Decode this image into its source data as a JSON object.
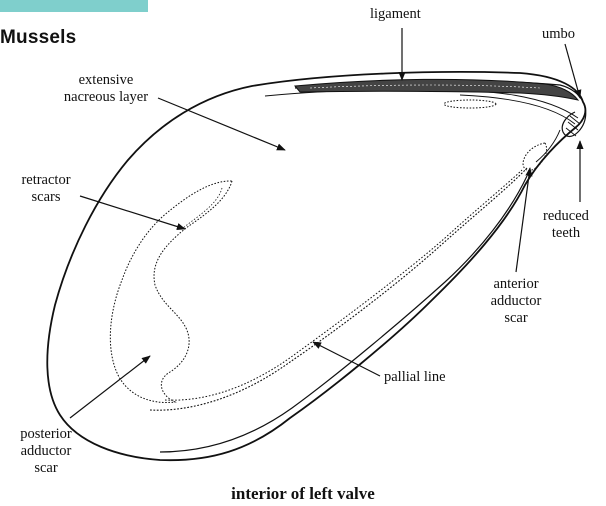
{
  "header": {
    "section_title": "Mussels",
    "accent_color": "#7fcfcc"
  },
  "diagram": {
    "subject": "mussel shell",
    "view": "interior of left valve",
    "labels": {
      "ligament": "ligament",
      "umbo": "umbo",
      "nacreous_line1": "extensive",
      "nacreous_line2": "nacreous layer",
      "retractor_line1": "retractor",
      "retractor_line2": "scars",
      "reduced_line1": "reduced",
      "reduced_line2": "teeth",
      "anterior_line1": "anterior",
      "anterior_line2": "adductor",
      "anterior_line3": "scar",
      "pallial": "pallial line",
      "posterior_line1": "posterior",
      "posterior_line2": "adductor",
      "posterior_line3": "scar"
    },
    "caption": "interior of left valve"
  }
}
